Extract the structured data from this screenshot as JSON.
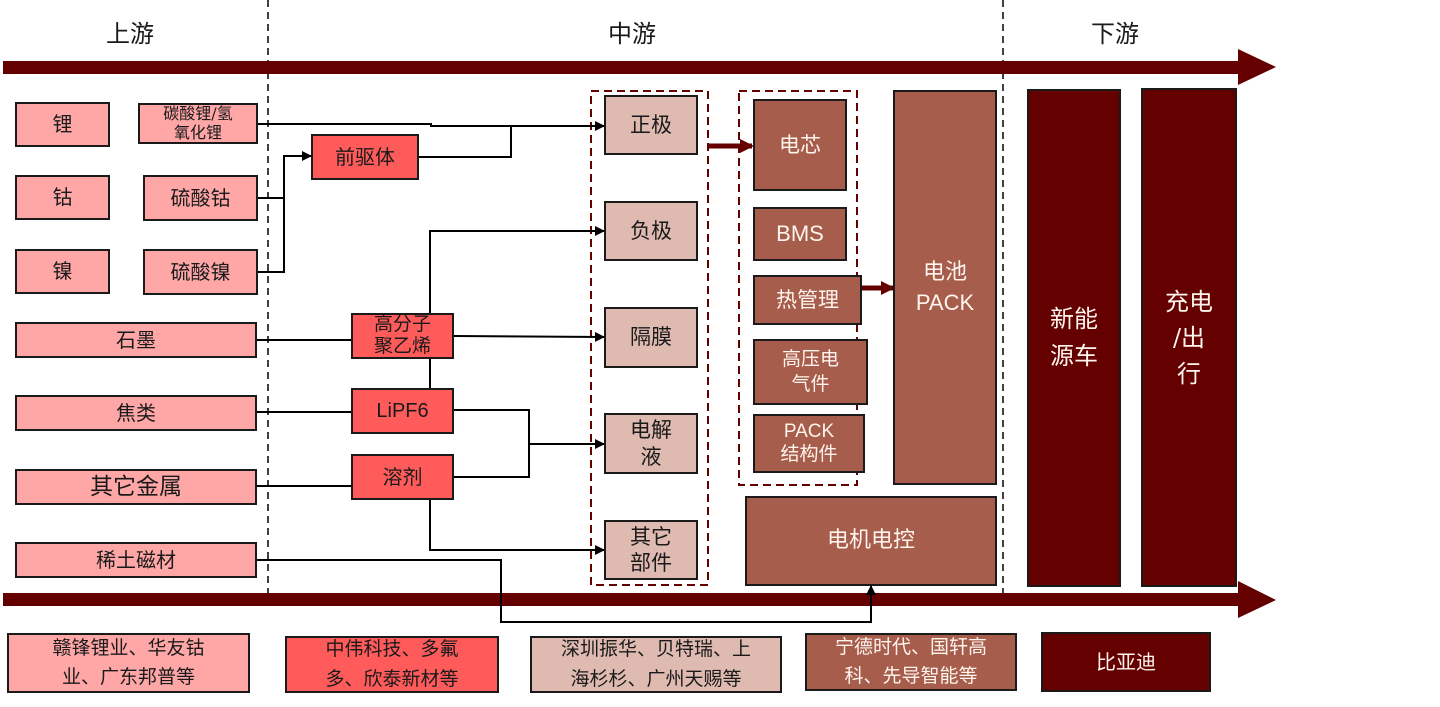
{
  "stages": {
    "upstream": "上游",
    "midstream": "中游",
    "downstream": "下游"
  },
  "colors": {
    "arrow": "#640000",
    "raw_material": "#ffa7a7",
    "intermediate": "#ff5b5b",
    "component": "#dfbab1",
    "battery": "#a65d4b",
    "downstream": "#640000"
  },
  "raw_materials": {
    "lithium": "锂",
    "lithium_salt": "碳酸锂/氢\n氧化锂",
    "cobalt": "钴",
    "cobalt_sulfate": "硫酸钴",
    "nickel": "镍",
    "nickel_sulfate": "硫酸镍",
    "graphite": "石墨",
    "coke": "焦类",
    "other_metals": "其它金属",
    "rare_earth": "稀土磁材"
  },
  "intermediates": {
    "precursor": "前驱体",
    "polyethylene": "高分子\n聚乙烯",
    "lipf6": "LiPF6",
    "solvent": "溶剂"
  },
  "components": {
    "cathode": "正极",
    "anode": "负极",
    "separator": "隔膜",
    "electrolyte": "电解\n液",
    "other_parts": "其它\n部件"
  },
  "battery": {
    "cell": "电芯",
    "bms": "BMS",
    "thermal": "热管理",
    "hv_electrical": "高压电\n气件",
    "pack_structure": "PACK\n结构件",
    "battery_pack": "电池\nPACK",
    "motor_control": "电机电控"
  },
  "downstream": {
    "nev": "新能\n源车",
    "charging": "充电\n/出\n行"
  },
  "companies": {
    "raw": "赣锋锂业、华友钴\n业、广东邦普等",
    "intermediate": "中伟科技、多氟\n多、欣泰新材等",
    "component": "深圳振华、贝特瑞、上\n海杉杉、广州天赐等",
    "battery": "宁德时代、国轩高\n科、先导智能等",
    "downstream": "比亚迪"
  }
}
